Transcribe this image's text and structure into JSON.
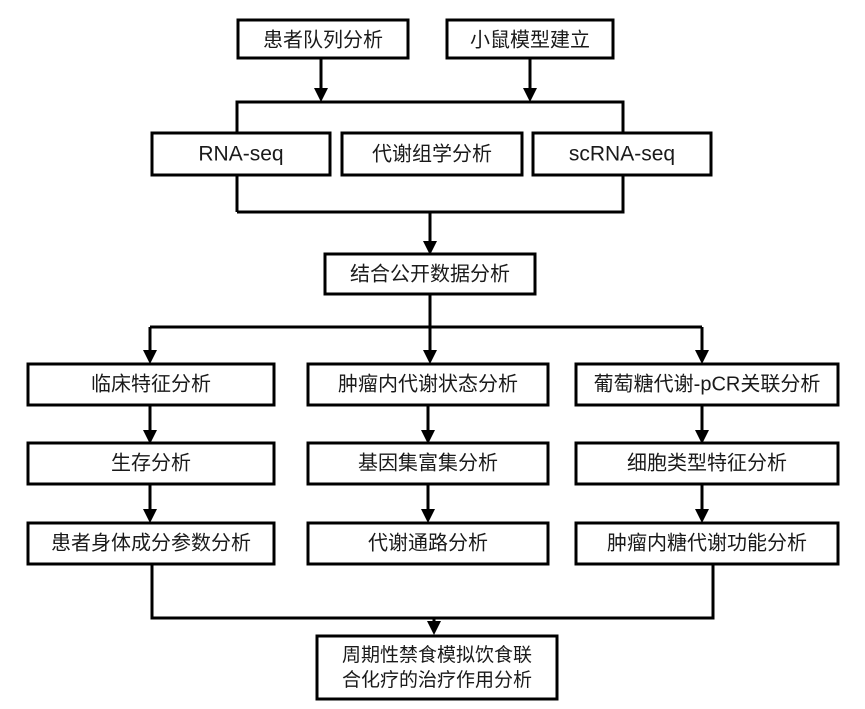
{
  "diagram": {
    "type": "flowchart",
    "title_visible": false,
    "background_color": "#ffffff",
    "line_color": "#000000",
    "text_color": "#1a1a1a",
    "orientation": "top-to-bottom",
    "nodes": {
      "patient_cohort": "患者队列分析",
      "mouse_model": "小鼠模型建立",
      "rna_seq": "RNA-seq",
      "metabolomics": "代谢组学分析",
      "scrna_seq": "scRNA-seq",
      "public_data": "结合公开数据分析",
      "clinical_features": "临床特征分析",
      "survival": "生存分析",
      "body_composition": "患者身体成分参数分析",
      "tumor_metabolic_state": "肿瘤内代谢状态分析",
      "gene_set_enrichment": "基因集富集分析",
      "metabolic_pathway": "代谢通路分析",
      "glucose_pcr": "葡萄糖代谢-pCR关联分析",
      "cell_type_features": "细胞类型特征分析",
      "tumor_glucose_function": "肿瘤内糖代谢功能分析",
      "final_outcome_line1": "周期性禁食模拟饮食联",
      "final_outcome_line2": "合化疗的治疗作用分析"
    }
  }
}
